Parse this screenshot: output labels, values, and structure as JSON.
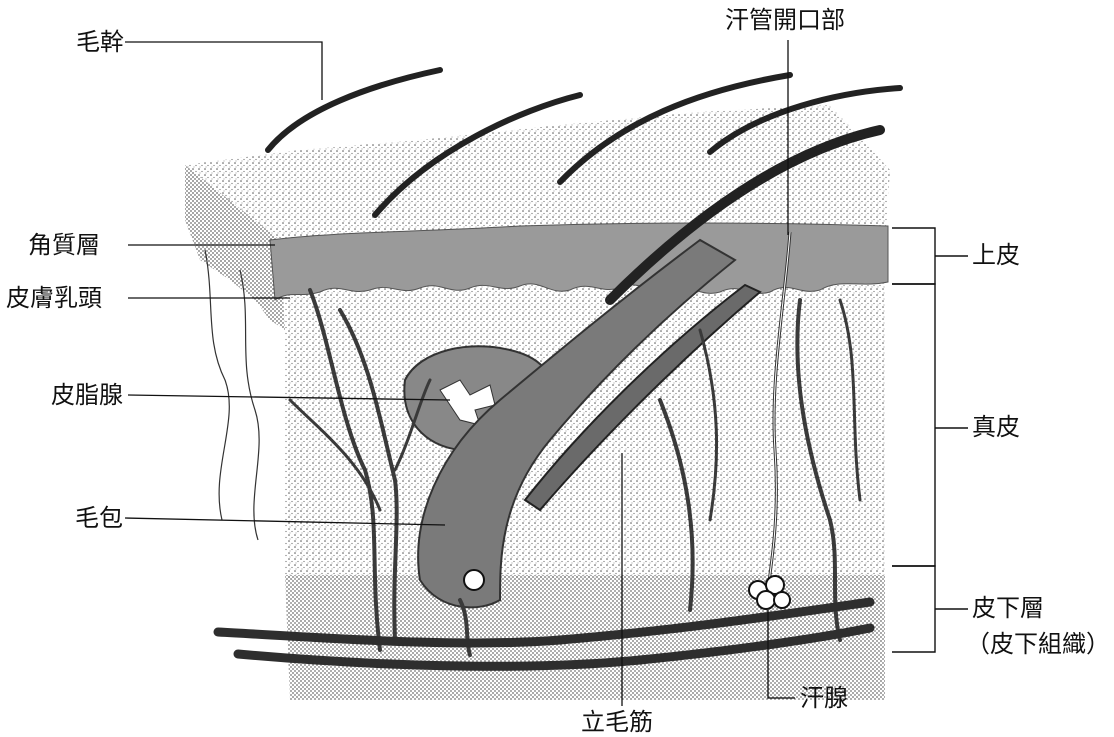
{
  "labels": {
    "hair_shaft": "毛幹",
    "sweat_pore": "汗管開口部",
    "stratum_corneum": "角質層",
    "dermal_papilla": "皮膚乳頭",
    "sebaceous_gland": "皮脂腺",
    "hair_follicle": "毛包",
    "epidermis": "上皮",
    "dermis": "真皮",
    "subcutis": "皮下層",
    "subcutis_alt": "（皮下組織）",
    "sweat_gland": "汗腺",
    "arrector_pili": "立毛筋"
  },
  "colors": {
    "ink": "#111111",
    "dot": "#555555",
    "band": "#9a9a9a",
    "gland": "#888888",
    "follicle": "#7a7a7a",
    "vessel": "#3a3a3a"
  }
}
